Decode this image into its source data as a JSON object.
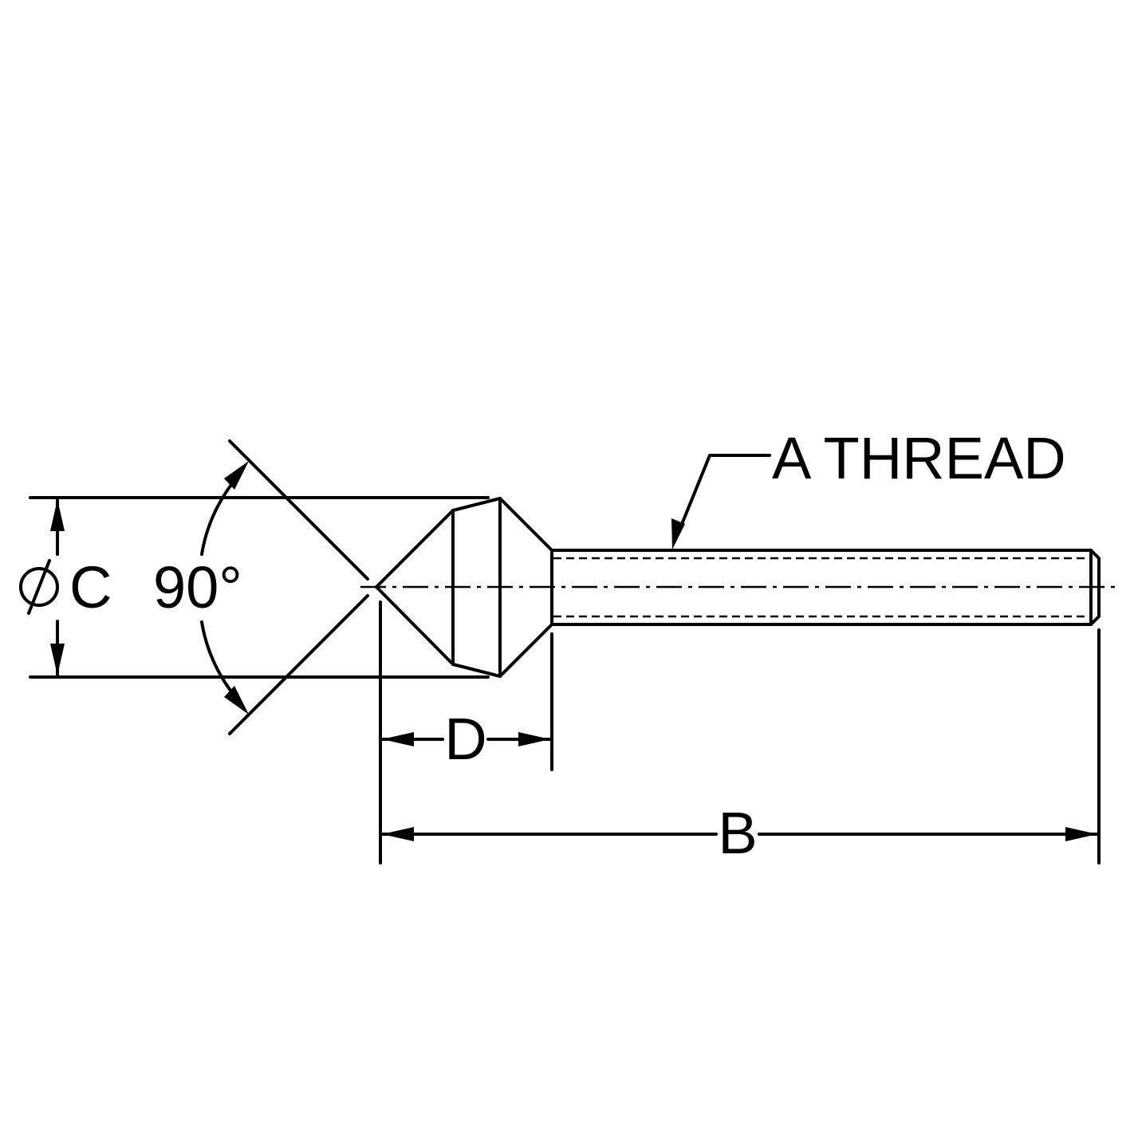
{
  "labels": {
    "thread": "A THREAD",
    "length": "B",
    "diameter": "C",
    "depth": "D",
    "angle": "90°"
  },
  "colors": {
    "line": "#000000",
    "background": "#ffffff"
  },
  "icons": {
    "diameter_symbol": "diameter-symbol-icon"
  }
}
